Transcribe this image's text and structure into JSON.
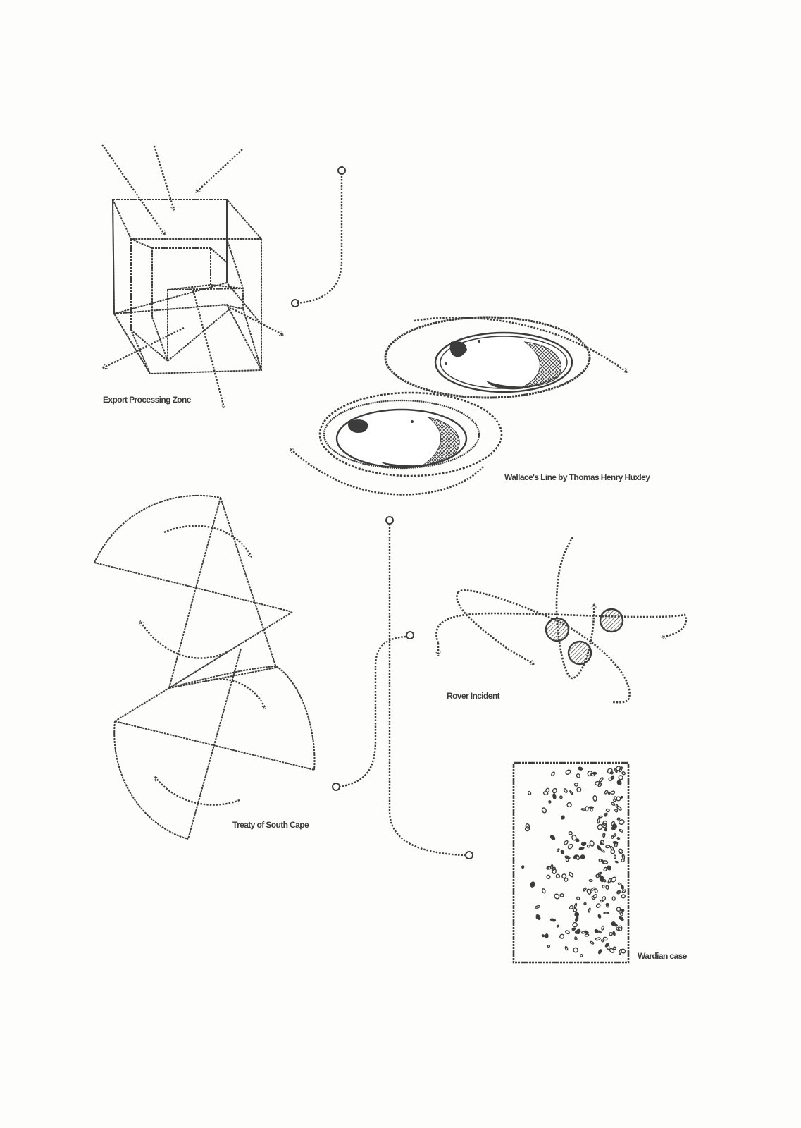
{
  "labels": {
    "export_processing_zone": "Export Processing Zone",
    "wallaces_line": "Wallace's Line by Thomas Henry Huxley",
    "treaty_south_cape": "Treaty of South Cape",
    "rover_incident": "Rover Incident",
    "wardian_case": "Wardian case"
  },
  "colors": {
    "ink": "#3c3c3c",
    "paper": "#fdfdfc"
  }
}
